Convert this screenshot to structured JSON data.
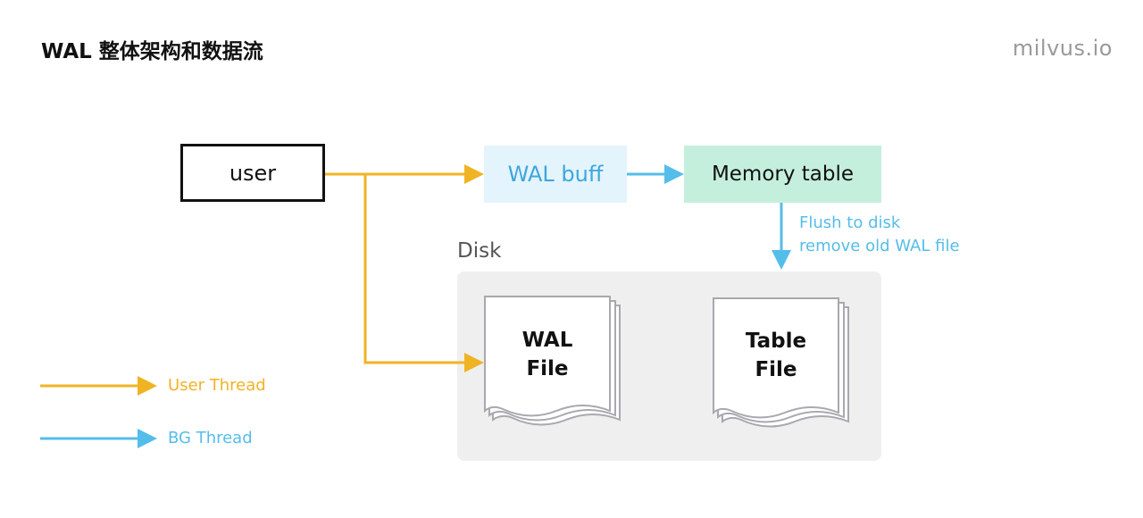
{
  "title": "WAL 整体架构和数据流",
  "brand": "milvus.io",
  "nodes": {
    "user": "user",
    "wal_buff": "WAL buff",
    "memory_table": "Memory table"
  },
  "flush_label": {
    "line1": "Flush to disk",
    "line2": "remove old WAL file"
  },
  "disk": {
    "label": "Disk",
    "wal_file": {
      "line1": "WAL",
      "line2": "File"
    },
    "table_file": {
      "line1": "Table",
      "line2": "File"
    }
  },
  "legend": {
    "user_thread": "User Thread",
    "bg_thread": "BG Thread"
  },
  "colors": {
    "user_thread": "#f0b323",
    "bg_thread": "#55bde9",
    "wal_buff_bg": "#e4f4fc",
    "memory_table_bg": "#c5efdd",
    "disk_bg": "#efefef"
  }
}
